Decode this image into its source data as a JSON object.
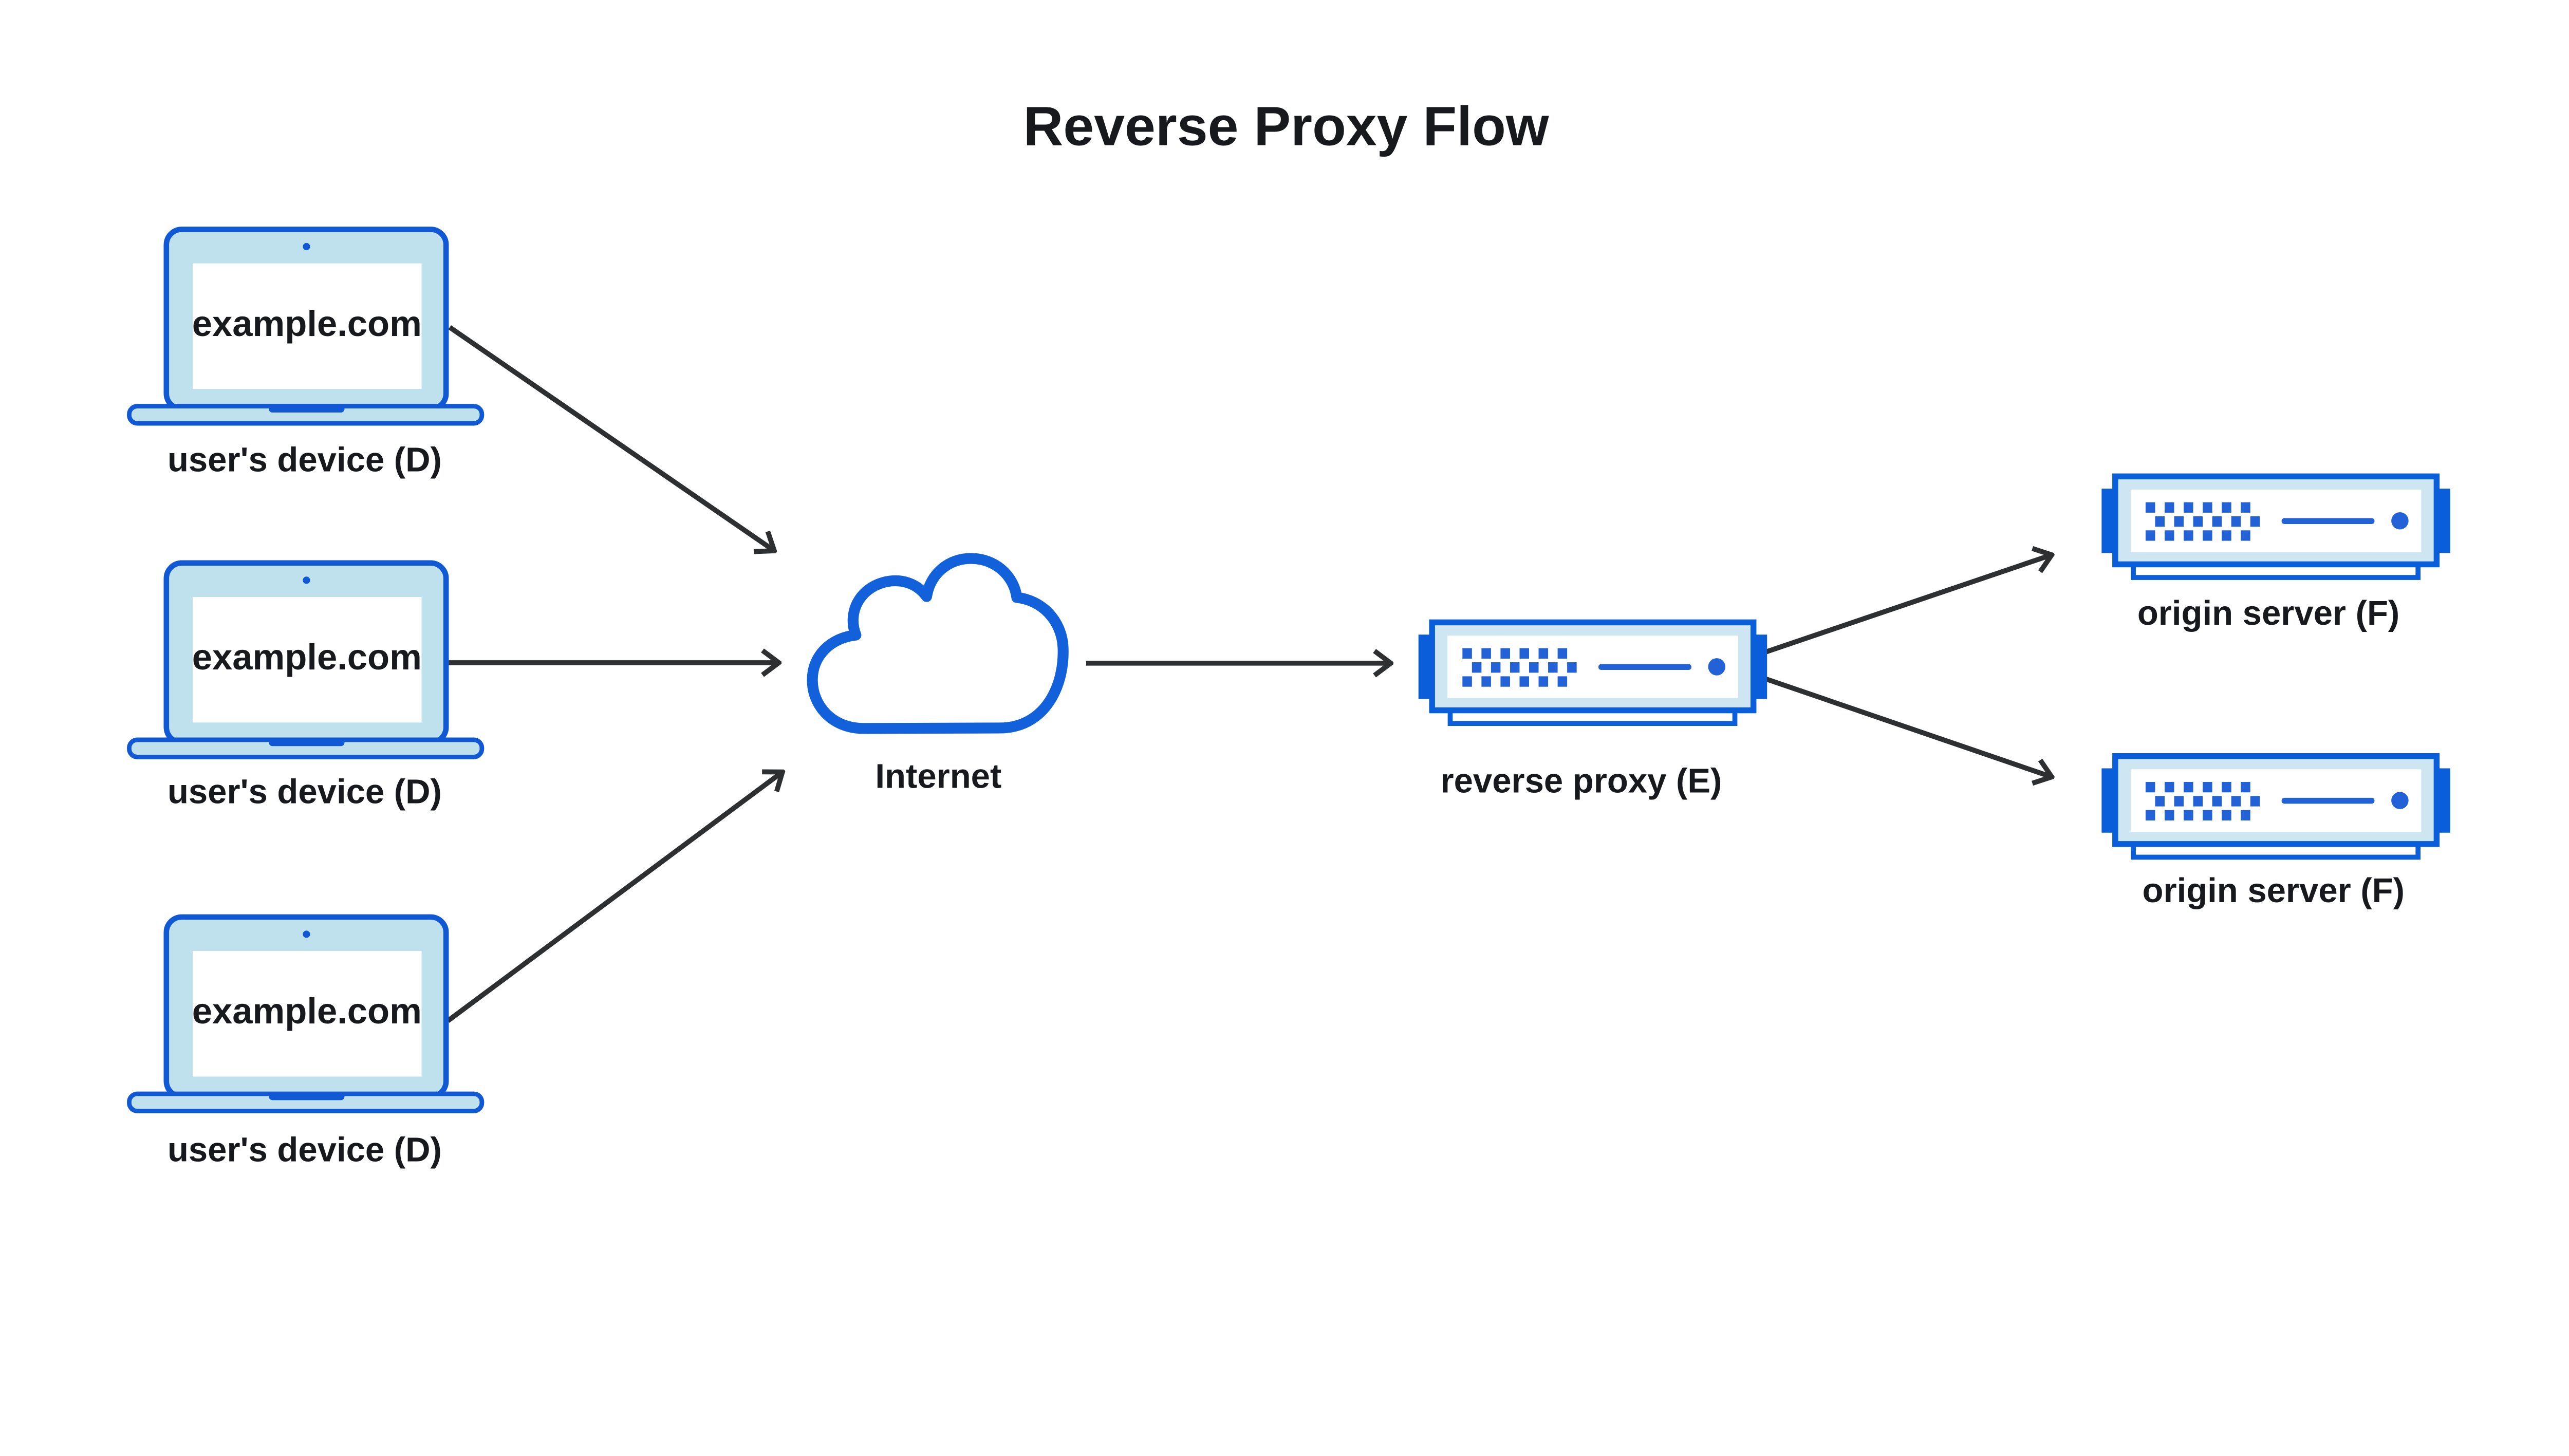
{
  "title": "Reverse Proxy Flow",
  "devices": [
    {
      "screen_text": "example.com",
      "label": "user's device (D)"
    },
    {
      "screen_text": "example.com",
      "label": "user's device (D)"
    },
    {
      "screen_text": "example.com",
      "label": "user's device (D)"
    }
  ],
  "internet": {
    "label": "Internet"
  },
  "reverse_proxy": {
    "label": "reverse proxy (E)"
  },
  "origin_servers": [
    {
      "label": "origin server (F)"
    },
    {
      "label": "origin server (F)"
    }
  ],
  "colors": {
    "device_outline": "#1159d4",
    "device_fill": "#bfe1ed",
    "server_outline": "#0b5ed9",
    "server_fill": "#cde6f1",
    "server_detail": "#2361d6",
    "cloud_outline": "#1261da",
    "arrow": "#2d2f31",
    "text": "#17191c",
    "background": "#ffffff"
  }
}
